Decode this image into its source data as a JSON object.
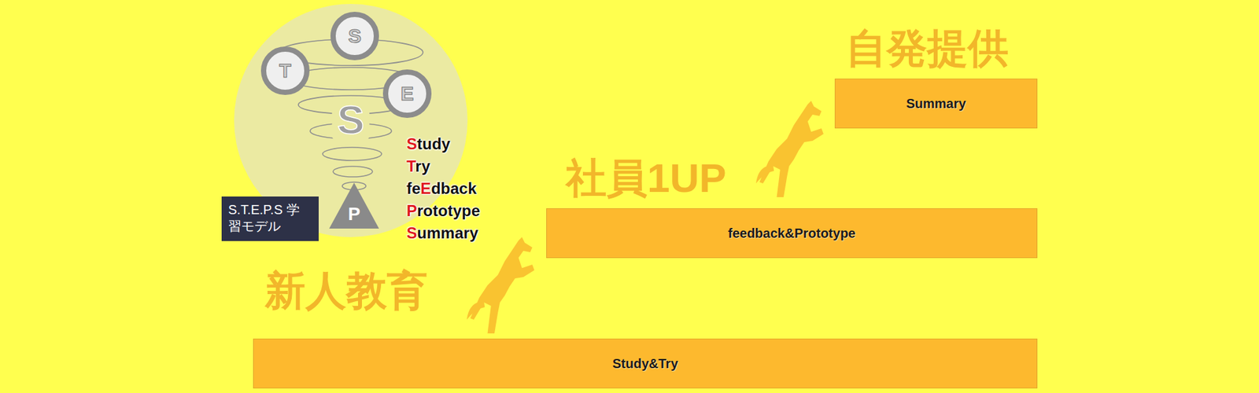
{
  "diagram": {
    "nodes": [
      {
        "text": [
          "S"
        ]
      },
      {
        "text": [
          "S"
        ],
        "in": 0
      },
      {
        "text": [
          "T"
        ],
        "in": 0
      },
      {
        "text": [
          "E"
        ],
        "in": 0
      },
      {
        "text": [
          "P"
        ],
        "in": 0
      },
      {
        "text": [
          "S.T.E.P.S 学習モデル"
        ]
      },
      {
        "text": [
          "Summary"
        ]
      },
      {
        "text": [
          "feedback&Prototype"
        ]
      },
      {
        "text": [
          "Study&Try"
        ]
      }
    ],
    "labels": [
      "自発提供",
      "社員1UP",
      "Study",
      "Try",
      "feEdback",
      "Prototype",
      "Summary",
      "新人教育"
    ]
  }
}
